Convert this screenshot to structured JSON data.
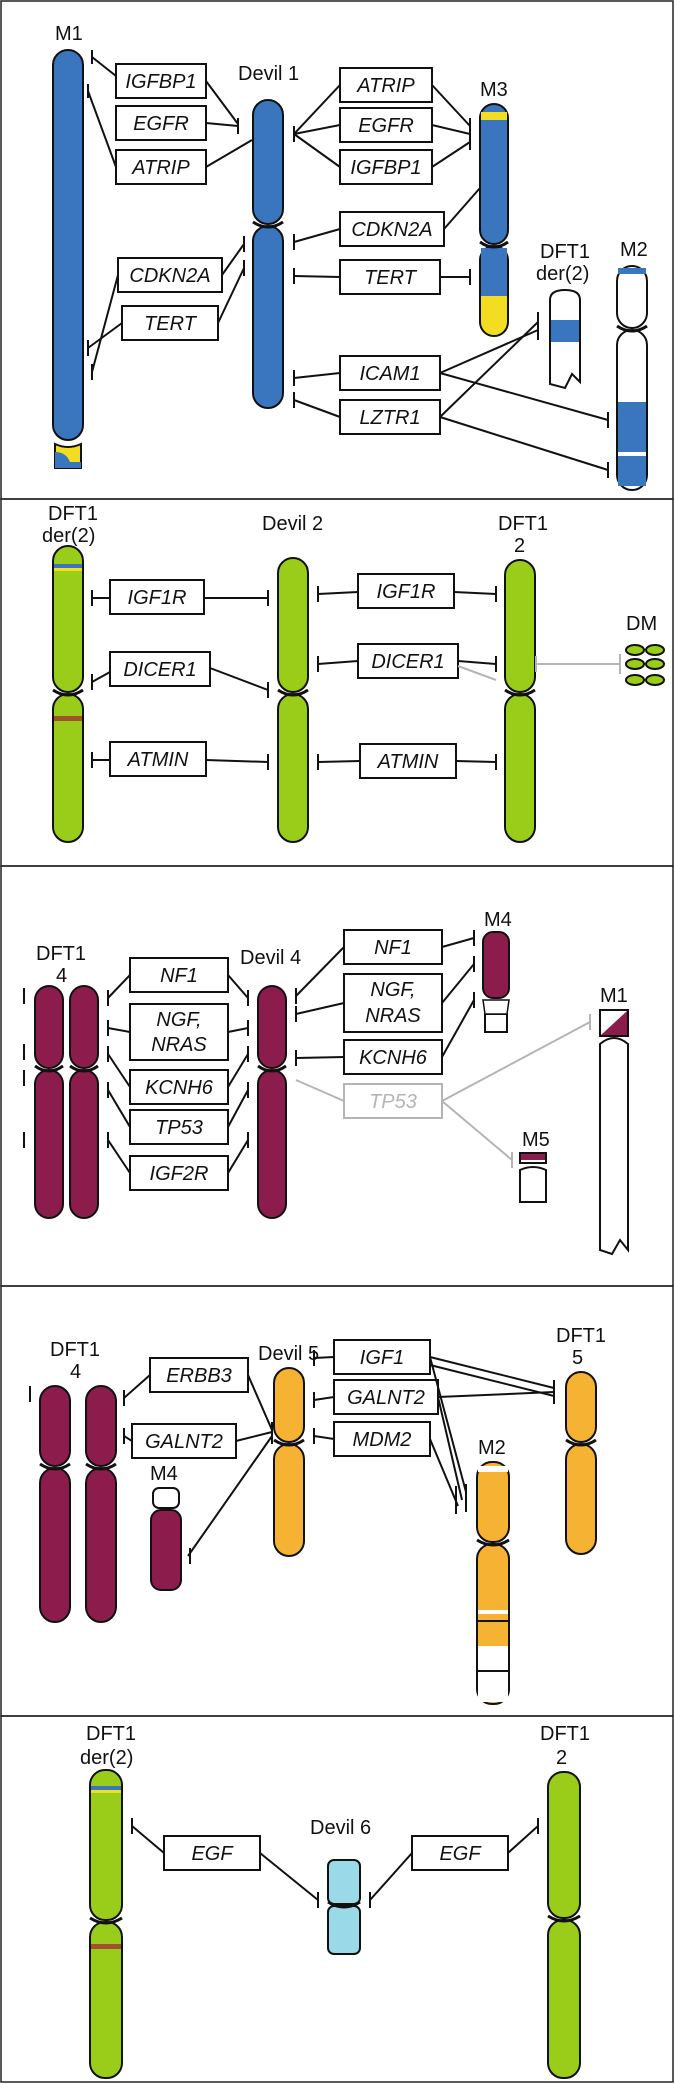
{
  "colors": {
    "blue": "#3a76bd",
    "green": "#9acd1a",
    "purple": "#8c1c4b",
    "orange": "#f6b233",
    "light_blue": "#99d9e8",
    "yellow": "#f3dd22",
    "brown": "#a0522d",
    "grey_link": "#b5b5b5"
  },
  "panel1": {
    "labels": {
      "m1": "M1",
      "devil": "Devil  1",
      "m3": "M3",
      "dft1_der2_top": "DFT1",
      "dft1_der2_bottom": "der(2)",
      "m2": "M2"
    },
    "genes_left": [
      "IGFBP1",
      "EGFR",
      "ATRIP",
      "CDKN2A",
      "TERT"
    ],
    "genes_right": [
      "ATRIP",
      "EGFR",
      "IGFBP1",
      "CDKN2A",
      "TERT",
      "ICAM1",
      "LZTR1"
    ]
  },
  "panel2": {
    "labels": {
      "dft1_der2_top": "DFT1",
      "dft1_der2_bottom": "der(2)",
      "devil": "Devil  2",
      "dft1_2_top": "DFT1",
      "dft1_2_bottom": "2",
      "dm": "DM"
    },
    "genes_left": [
      "IGF1R",
      "DICER1",
      "ATMIN"
    ],
    "genes_right": [
      "IGF1R",
      "DICER1",
      "ATMIN"
    ]
  },
  "panel3": {
    "labels": {
      "dft1_4_top": "DFT1",
      "dft1_4_bottom": "4",
      "devil": "Devil  4",
      "m4": "M4",
      "m1": "M1",
      "m5": "M5"
    },
    "genes_left": [
      "NF1",
      "NGF,",
      "NRAS",
      "KCNH6",
      "TP53",
      "IGF2R"
    ],
    "genes_right": [
      "NF1",
      "NGF,",
      "NRAS",
      "KCNH6",
      "TP53"
    ]
  },
  "panel4": {
    "labels": {
      "dft1_4_top": "DFT1",
      "dft1_4_bottom": "4",
      "m4": "M4",
      "devil": "Devil  5",
      "m2": "M2",
      "dft1_5_top": "DFT1",
      "dft1_5_bottom": "5"
    },
    "genes_left": [
      "ERBB3",
      "GALNT2"
    ],
    "genes_right": [
      "IGF1",
      "GALNT2",
      "MDM2"
    ]
  },
  "panel5": {
    "labels": {
      "dft1_der2_top": "DFT1",
      "dft1_der2_bottom": "der(2)",
      "devil": "Devil 6",
      "dft1_2_top": "DFT1",
      "dft1_2_bottom": "2"
    },
    "genes_left": [
      "EGF"
    ],
    "genes_right": [
      "EGF"
    ]
  }
}
